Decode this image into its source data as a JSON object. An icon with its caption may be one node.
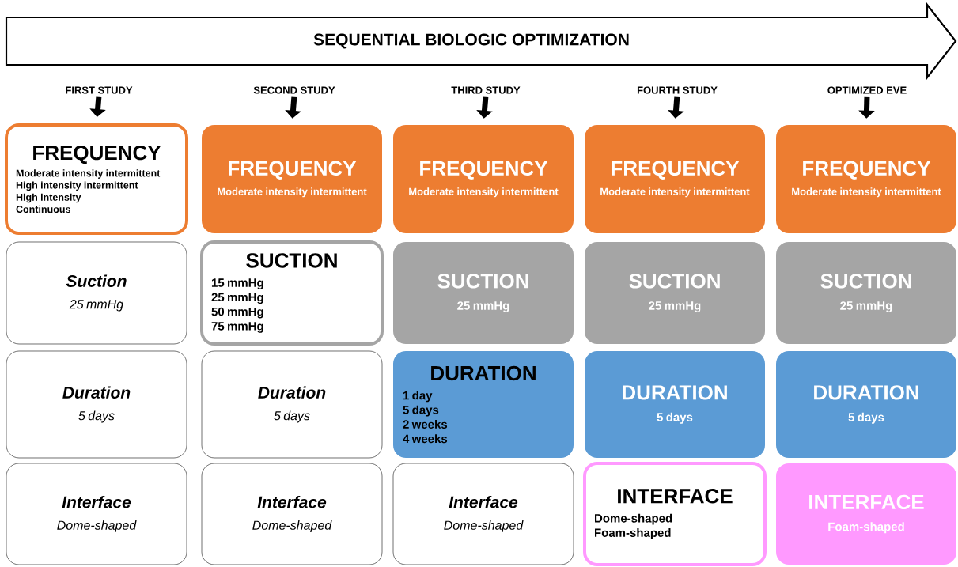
{
  "diagram": {
    "nodes": [
      {
        "text": [
          "SEQUENTIAL  BIOLOGIC  OPTIMIZATION"
        ]
      },
      {
        "text": [
          "FIRST STUDY"
        ]
      },
      {
        "text": [
          "SECOND STUDY"
        ]
      },
      {
        "text": [
          "THIRD STUDY"
        ]
      },
      {
        "text": [
          "FOURTH STUDY"
        ]
      },
      {
        "text": [
          "OPTIMIZED EVE"
        ]
      },
      {
        "text": [
          "FREQUENCY",
          "Moderate intensity intermittent",
          "High intensity intermittent",
          "High intensity",
          "Continuous"
        ]
      },
      {
        "text": [
          "FREQUENCY",
          "Moderate intensity intermittent"
        ]
      },
      {
        "text": [
          "FREQUENCY",
          "Moderate intensity intermittent"
        ]
      },
      {
        "text": [
          "FREQUENCY",
          "Moderate intensity intermittent"
        ]
      },
      {
        "text": [
          "FREQUENCY",
          "Moderate intensity intermittent"
        ]
      },
      {
        "text": [
          "Suction",
          "25 mmHg"
        ]
      },
      {
        "text": [
          "SUCTION",
          "15 mmHg",
          "25 mmHg",
          "50 mmHg",
          "75 mmHg"
        ]
      },
      {
        "text": [
          "SUCTION",
          "25 mmHg"
        ]
      },
      {
        "text": [
          "SUCTION",
          "25 mmHg"
        ]
      },
      {
        "text": [
          "SUCTION",
          "25 mmHg"
        ]
      },
      {
        "text": [
          "Duration",
          "5 days"
        ]
      },
      {
        "text": [
          "Duration",
          "5 days"
        ]
      },
      {
        "text": [
          "DURATION",
          "1 day",
          "5 days",
          "2 weeks",
          "4 weeks"
        ]
      },
      {
        "text": [
          "DURATION",
          "5 days"
        ]
      },
      {
        "text": [
          "DURATION",
          "5 days"
        ]
      },
      {
        "text": [
          "Interface",
          "Dome-shaped"
        ]
      },
      {
        "text": [
          "Interface",
          "Dome-shaped"
        ]
      },
      {
        "text": [
          "Interface",
          "Dome-shaped"
        ]
      },
      {
        "text": [
          "INTERFACE",
          "Dome-shaped",
          "Foam-shaped"
        ]
      },
      {
        "text": [
          "INTERFACE",
          "Foam-shaped"
        ]
      }
    ],
    "edges": [
      {
        "from": 1,
        "to": 6,
        "arrow": "to"
      },
      {
        "from": 2,
        "to": 7,
        "arrow": "to"
      },
      {
        "from": 3,
        "to": 8,
        "arrow": "to"
      },
      {
        "from": 4,
        "to": 9,
        "arrow": "to"
      },
      {
        "from": 5,
        "to": 10,
        "arrow": "to"
      }
    ]
  }
}
